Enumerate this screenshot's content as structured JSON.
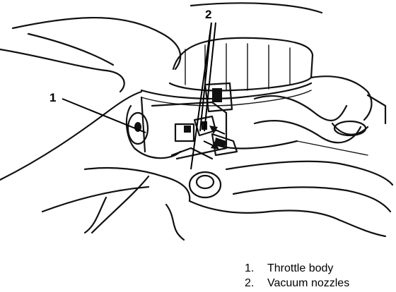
{
  "callouts": {
    "throttle_body": "1",
    "vacuum_nozzles": "2"
  },
  "legend": [
    {
      "num": "1.",
      "label": "Throttle body"
    },
    {
      "num": "2.",
      "label": "Vacuum nozzles"
    }
  ]
}
